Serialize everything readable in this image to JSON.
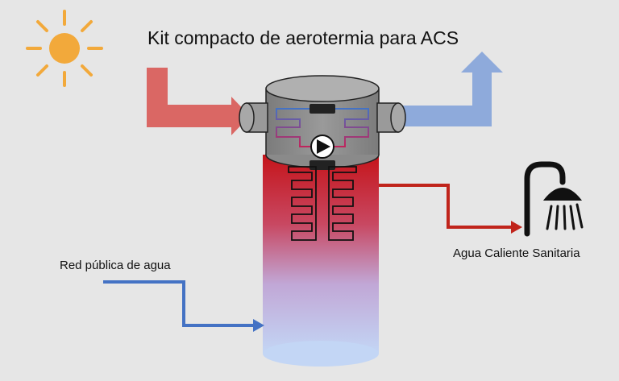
{
  "title": "Kit compacto de aerotermia para ACS",
  "labels": {
    "inlet": "Red pública de agua",
    "outlet": "Agua Caliente Sanitaria"
  },
  "colors": {
    "background": "#e6e6e6",
    "sun": "#f2a93b",
    "hot_arrow": "#d9605d",
    "cold_arrow": "#8eaadb",
    "hot_pipe": "#c0241b",
    "cold_pipe": "#4472c4",
    "unit_gray": "#8a8a8a"
  },
  "icons": [
    "sun-icon",
    "pump-icon",
    "shower-icon"
  ]
}
